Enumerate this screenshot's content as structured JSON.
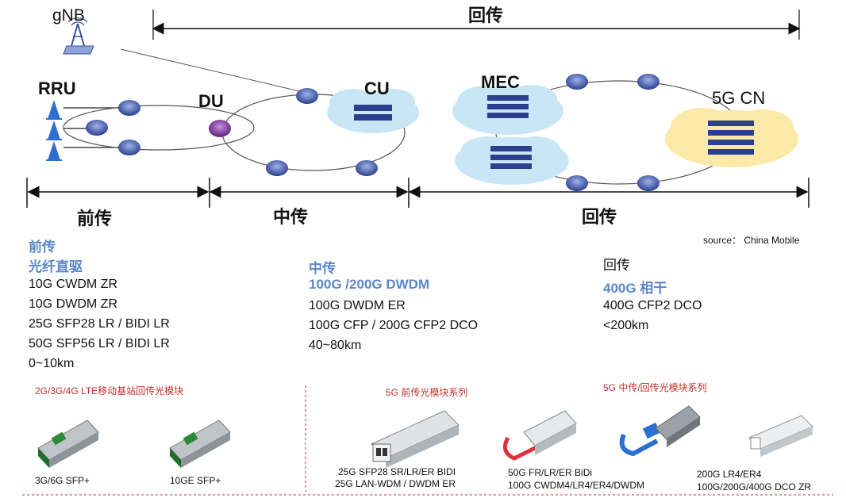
{
  "diagram": {
    "gnb_label": "gNB",
    "top_span_label": "回传",
    "nodes": {
      "rru": "RRU",
      "du": "DU",
      "cu": "CU",
      "mec": "MEC",
      "core": "5G CN"
    },
    "spans": {
      "fronthaul": "前传",
      "midhaul": "中传",
      "backhaul": "回传"
    },
    "source": "source： China Mobile",
    "colors": {
      "ring": "#555555",
      "router": "#3b4fa0",
      "du_router": "#6a2a8c",
      "cloud_blue": "#c9e6f7",
      "cloud_yellow": "#fbe9a8"
    }
  },
  "fronthaul": {
    "heading": "前传",
    "tech": "光纤直驱",
    "items": [
      "10G CWDM ZR",
      "10G DWDM ZR",
      "25G SFP28 LR / BIDI LR",
      "50G SFP56 LR / BIDI LR",
      "0~10km"
    ]
  },
  "midhaul": {
    "heading": "中传",
    "tech": "100G /200G DWDM",
    "items": [
      "100G DWDM  ER",
      "100G CFP / 200G CFP2 DCO",
      "40~80km"
    ]
  },
  "backhaul": {
    "heading": "回传",
    "tech": "400G 相干",
    "items": [
      "400G CFP2 DCO",
      "<200km"
    ]
  },
  "modules": {
    "lte_title": "2G/3G/4G  LTE移动基站回传光模块",
    "fronthaul_title": "5G 前传光模块系列",
    "mid_back_title": "5G 中传/回传光模块系列",
    "captions": {
      "sfp_3g6g": "3G/6G SFP+",
      "sfp_10ge": "10GE SFP+",
      "sfp28": [
        "25G SFP28 SR/LR/ER BIDI",
        "25G LAN-WDM / DWDM ER"
      ],
      "qsfp_50g": [
        "50G FR/LR/ER BiDi",
        "100G CWDM4/LR4/ER4/DWDM"
      ],
      "cfp_200g": [
        "200G LR4/ER4",
        "100G/200G/400G DCO ZR"
      ]
    }
  }
}
